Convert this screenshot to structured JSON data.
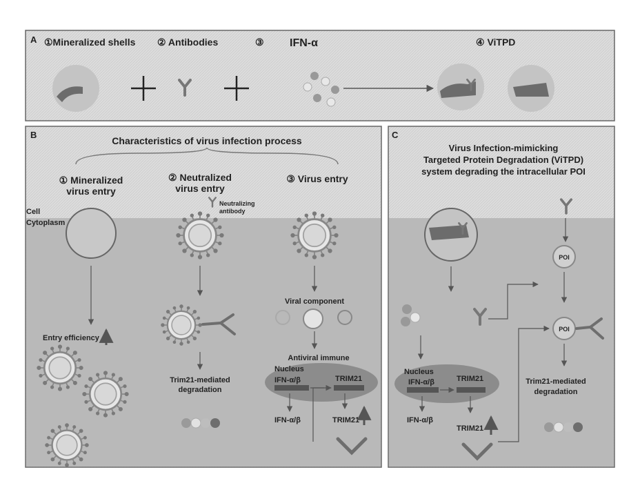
{
  "panelA": {
    "letter": "A",
    "item1": "①Mineralized shells",
    "item2": "② Antibodies",
    "item3": "③",
    "ifn": "IFN-α",
    "item4": "④ ViTPD"
  },
  "panelB": {
    "letter": "B",
    "title": "Characteristics of virus infection process",
    "col1_l1": "① Mineralized",
    "col1_l2": "virus entry",
    "col2_l1": "② Neutralized",
    "col2_l2": "virus entry",
    "col3": "③ Virus entry",
    "cell": "Cell",
    "cytoplasm": "Cytoplasm",
    "neut_l1": "Neutralizing",
    "neut_l2": "antibody",
    "entry_eff": "Entry efficiency",
    "viral_comp": "Viral component",
    "antiviral": "Antiviral immune",
    "trim_deg_l1": "Trim21-mediated",
    "trim_deg_l2": "degradation",
    "nucleus": "Nucleus",
    "ifn_ab": "IFN-α/β",
    "trim21": "TRIM21",
    "ifn_ab_out": "IFN-α/β",
    "trim21_out": "TRIM21"
  },
  "panelC": {
    "letter": "C",
    "title_l1": "Virus Infection-mimicking",
    "title_l2": "Targeted Protein Degradation (ViTPD)",
    "title_l3": "system degrading the intracellular POI",
    "poi1": "POI",
    "poi2": "POI",
    "nucleus": "Nucleus",
    "ifn_ab": "IFN-α/β",
    "trim21": "TRIM21",
    "ifn_ab_out": "IFN-α/β",
    "trim21_out": "TRIM21",
    "trim_deg_l1": "Trim21-mediated",
    "trim_deg_l2": "degradation"
  },
  "colors": {
    "panel_bg": "#dcdcdc",
    "cytoplasm": "#b4b4b4",
    "dark_gray": "#6e6e6e",
    "arrow": "#555555"
  }
}
